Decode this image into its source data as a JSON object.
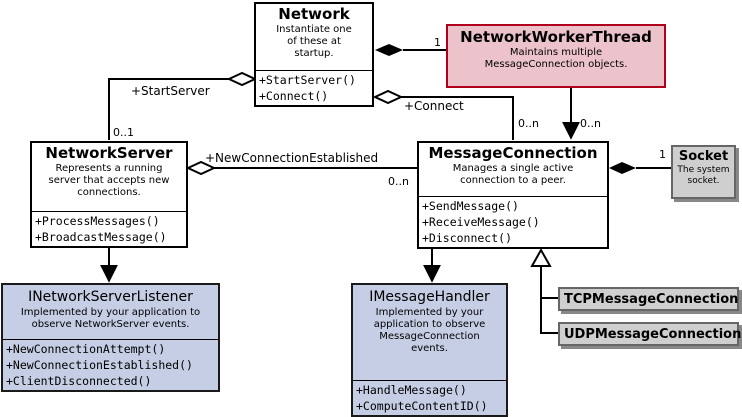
{
  "classes": {
    "network": {
      "name": "Network",
      "description": "Instantiate one of these at startup.",
      "operations": [
        "+StartServer()",
        "+Connect()"
      ]
    },
    "network_worker_thread": {
      "name": "NetworkWorkerThread",
      "description": "Maintains multiple MessageConnection objects."
    },
    "network_server": {
      "name": "NetworkServer",
      "description": "Represents a running server that accepts new connections.",
      "operations": [
        "+ProcessMessages()",
        "+BroadcastMessage()"
      ]
    },
    "message_connection": {
      "name": "MessageConnection",
      "description": "Manages a single active connection to a peer.",
      "operations": [
        "+SendMessage()",
        "+ReceiveMessage()",
        "+Disconnect()"
      ]
    },
    "socket": {
      "name": "Socket",
      "description": "The system socket."
    },
    "inetwork_server_listener": {
      "name": "INetworkServerListener",
      "description": "Implemented by your application to observe NetworkServer events.",
      "operations": [
        "+NewConnectionAttempt()",
        "+NewConnectionEstablished()",
        "+ClientDisconnected()"
      ]
    },
    "imessage_handler": {
      "name": "IMessageHandler",
      "description": "Implemented by your application to observe MessageConnection events.",
      "operations": [
        "+HandleMessage()",
        "+ComputeContentID()"
      ]
    },
    "tcp_message_connection": {
      "name": "TCPMessageConnection"
    },
    "udp_message_connection": {
      "name": "UDPMessageConnection"
    }
  },
  "associations": {
    "start_server": "+StartServer",
    "connect": "+Connect",
    "new_connection_established": "+NewConnectionEstablished"
  },
  "multiplicities": {
    "worker_one": "1",
    "server_zero_one": "0..1",
    "connect_zero_n": "0..n",
    "worker_zero_n": "0..n",
    "server_conn_zero_n": "0..n",
    "socket_one": "1"
  },
  "colors": {
    "interface_fill": "#c5cee4",
    "worker_fill": "#ecc3cb",
    "worker_border": "#b0001e",
    "socket_fill": "#cfcfcf"
  }
}
